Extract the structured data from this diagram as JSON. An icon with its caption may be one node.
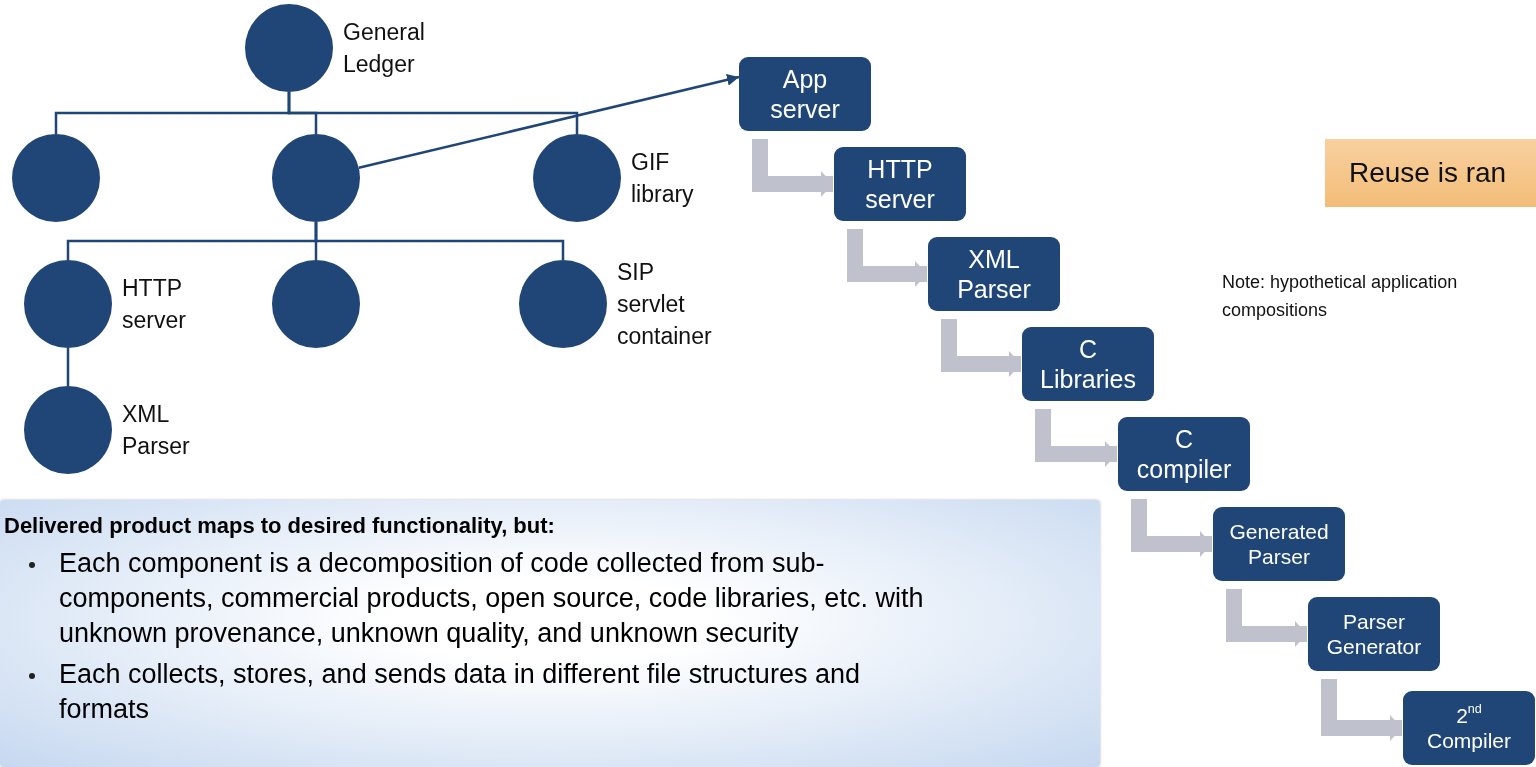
{
  "diagram": {
    "nodes": [
      {
        "text": [
          "General Ledger"
        ]
      },
      {
        "text": [],
        "shape": "circle"
      },
      {
        "text": [],
        "shape": "circle"
      },
      {
        "text": [
          "GIF library"
        ]
      },
      {
        "text": [
          "HTTP server"
        ]
      },
      {
        "text": [],
        "shape": "circle"
      },
      {
        "text": [
          "SIP servlet container"
        ]
      },
      {
        "text": [
          "XML Parser"
        ]
      },
      {
        "text": [
          "App server"
        ]
      },
      {
        "text": [
          "HTTP server"
        ]
      },
      {
        "text": [
          "XML Parser"
        ]
      },
      {
        "text": [
          "C Libraries"
        ]
      },
      {
        "text": [
          "C compiler"
        ]
      },
      {
        "text": [
          "Generated Parser"
        ]
      },
      {
        "text": [
          "Parser Generator"
        ]
      },
      {
        "text": [
          "2$^{nd}$ Compiler"
        ]
      },
      {
        "text": [
          "Reuse is ran"
        ]
      },
      {
        "text": [
          "Delivered product maps to desired functionality, but:",
          "Each component is a decomposition of code collected from sub-components, commercial products, open source, code libraries, etc. with unknown provenance, unknown quality, and unknown security",
          "Each collects, stores, and sends data in different file structures and formats"
        ]
      }
    ],
    "edges": [
      {
        "from": 0,
        "to": 1,
        "arrow": "none"
      },
      {
        "from": 0,
        "to": 2,
        "arrow": "none"
      },
      {
        "from": 0,
        "to": 3,
        "arrow": "none"
      },
      {
        "from": 2,
        "to": 4,
        "arrow": "none"
      },
      {
        "from": 2,
        "to": 5,
        "arrow": "none"
      },
      {
        "from": 2,
        "to": 6,
        "arrow": "none"
      },
      {
        "from": 4,
        "to": 7,
        "arrow": "none"
      },
      {
        "from": 2,
        "to": 8,
        "arrow": "to"
      },
      {
        "from": 8,
        "to": 9,
        "arrow": "to",
        "style": "thick",
        "color": "#bfc1cc"
      },
      {
        "from": 9,
        "to": 10,
        "arrow": "to",
        "style": "thick",
        "color": "#bfc1cc"
      },
      {
        "from": 10,
        "to": 11,
        "arrow": "to",
        "style": "thick",
        "color": "#bfc1cc"
      },
      {
        "from": 11,
        "to": 12,
        "arrow": "to",
        "style": "thick",
        "color": "#bfc1cc"
      },
      {
        "from": 12,
        "to": 13,
        "arrow": "to",
        "style": "thick",
        "color": "#bfc1cc"
      },
      {
        "from": 13,
        "to": 14,
        "arrow": "to",
        "style": "thick",
        "color": "#bfc1cc"
      },
      {
        "from": 14,
        "to": 15,
        "arrow": "to",
        "style": "thick",
        "color": "#bfc1cc"
      }
    ],
    "labels": [
      "Note: hypothetical application compositions"
    ]
  }
}
